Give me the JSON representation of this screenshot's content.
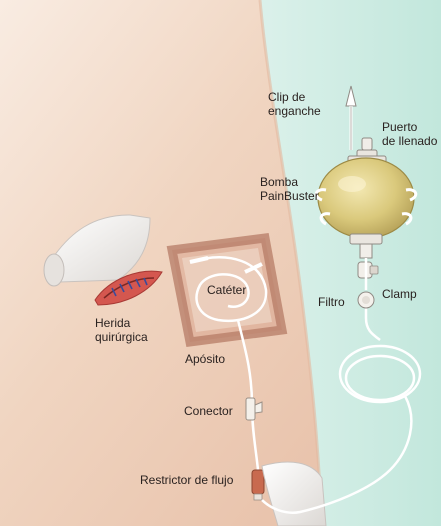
{
  "labels": {
    "clip": "Clip de\nenganche",
    "puerto": "Puerto\nde llenado",
    "bomba": "Bomba\nPainBuster",
    "cateter": "Catéter",
    "filtro": "Filtro",
    "clamp": "Clamp",
    "herida": "Herida\nquirúrgica",
    "aposito": "Apósito",
    "conector": "Conector",
    "restrictor": "Restrictor de flujo"
  },
  "colors": {
    "skin": "#efd1bd",
    "skin_light": "#f8e8dc",
    "background_teal": "#bfe6da",
    "pump_body": "#d9c777",
    "dressing_frame": "#b57b66",
    "wound": "#c8453f",
    "tube": "#ffffff",
    "label_text": "#2a2220"
  }
}
